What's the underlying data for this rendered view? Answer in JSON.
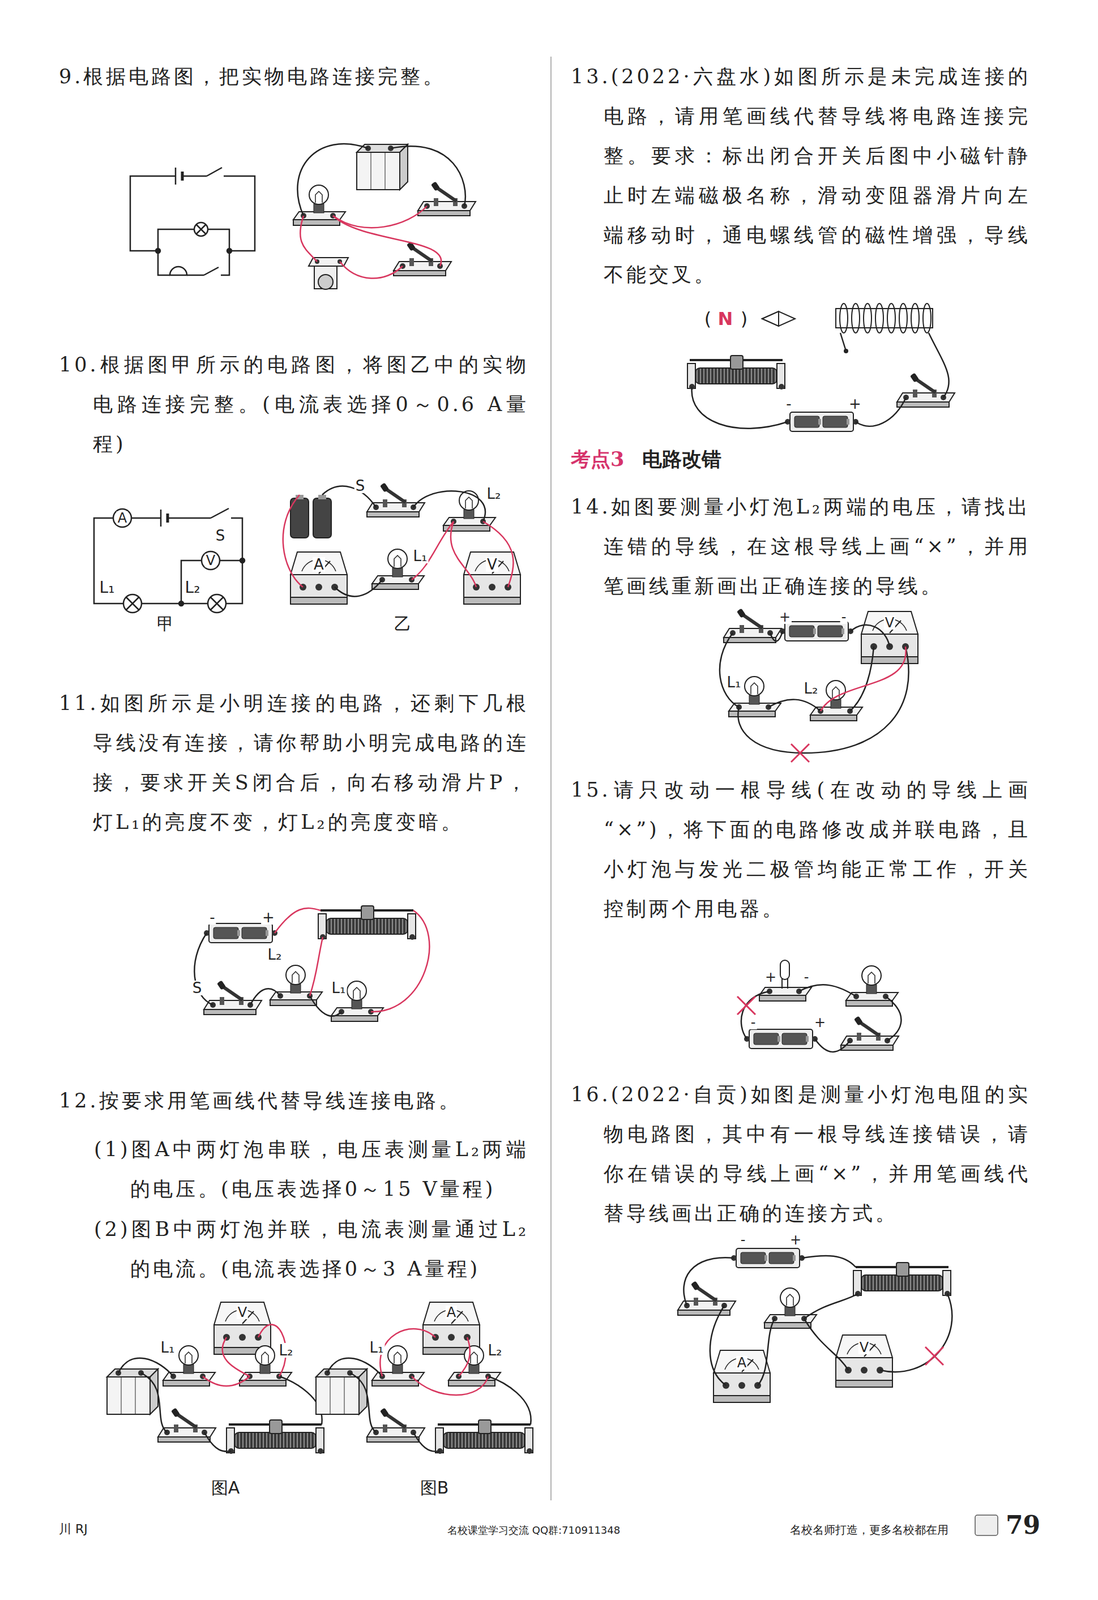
{
  "diagram": {
    "labels": [
      "9.根据电路图，把实物电路连接完整。",
      "10.根据图甲所示的电路图，将图乙中的实物电路连接完整。(电流表选择0～0.6 A量程)",
      "A",
      "S",
      "V",
      "L₁",
      "L₂",
      "甲",
      "S",
      "L₂",
      "L₁",
      "A",
      "V",
      "乙",
      "11.如图所示是小明连接的电路，还剩下几根导线没有连接，请你帮助小明完成电路的连接，要求开关S闭合后，向右移动滑片P，灯L₁的亮度不变，灯L₂的亮度变暗。",
      "-",
      "+",
      "L₂",
      "S",
      "L₁",
      "12.按要求用笔画线代替导线连接电路。",
      "(1)图A中两灯泡串联，电压表测量L₂两端的电压。(电压表选择0～15 V量程)",
      "(2)图B中两灯泡并联，电流表测量通过L₂的电流。(电流表选择0～3 A量程)",
      "V",
      "L₁",
      "L₂",
      "A",
      "L₁",
      "L₂",
      "图A",
      "图B",
      "13.(2022·六盘水)如图所示是未完成连接的电路，请用笔画线代替导线将电路连接完整。要求：标出闭合开关后图中小磁针静止时左端磁极名称，滑动变阻器滑片向左端移动时，通电螺线管的磁性增强，导线不能交叉。",
      "(",
      "N",
      ")",
      "-",
      "+",
      "考点3",
      "电路改错",
      "14.如图要测量小灯泡L₂两端的电压，请找出连错的导线，在这根导线上画“×”，并用笔画线重新画出正确连接的导线。",
      "+",
      "-",
      "V",
      "L₁",
      "L₂",
      "15.请只改动一根导线(在改动的导线上画“×”)，将下面的电路修改成并联电路，且小灯泡与发光二极管均能正常工作，开关控制两个用电器。",
      "+",
      "-",
      "-",
      "+",
      "16.(2022·自贡)如图是测量小灯泡电阻的实物电路图，其中有一根导线连接错误，请你在错误的导线上画“×”，并用笔画线代替导线画出正确的连接方式。",
      "-",
      "+",
      "A",
      "V",
      "川 RJ",
      "名校课堂学习交流 QQ群:710911348",
      "名校名师打造，更多名校都在用",
      "79"
    ]
  }
}
